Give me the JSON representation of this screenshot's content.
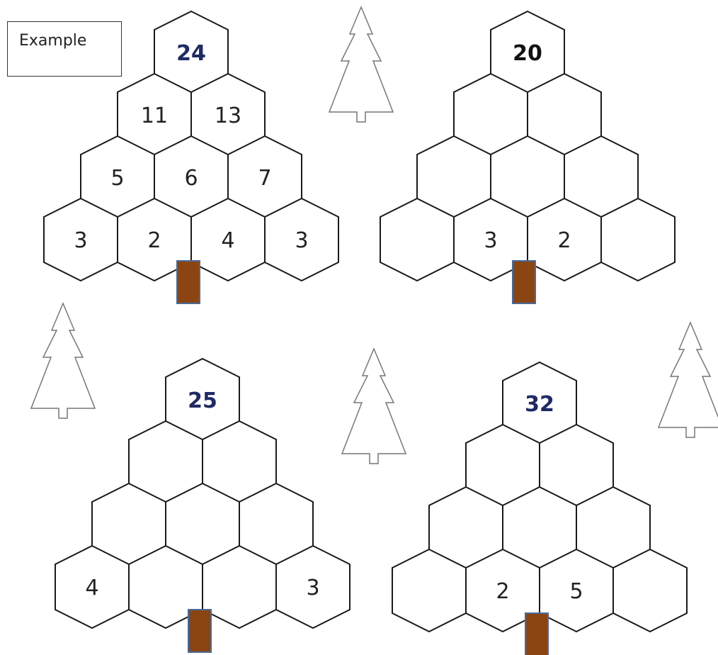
{
  "example_label": "Example",
  "colors": {
    "outline": "#1a1a1a",
    "top_number_blue": "#1f2a66",
    "top_number_black": "#111111",
    "cell_number": "#222222",
    "trunk": "#8b4513",
    "trunk_border": "#4a6a9a",
    "decor_tree": "#777777"
  },
  "puzzles": [
    {
      "id": "example",
      "top": "24",
      "top_color": "blue",
      "rows": [
        [
          "11",
          "13"
        ],
        [
          "5",
          "6",
          "7"
        ],
        [
          "3",
          "2",
          "4",
          "3"
        ]
      ]
    },
    {
      "id": "puzzle-1",
      "top": "20",
      "top_color": "black",
      "rows": [
        [
          "",
          ""
        ],
        [
          "",
          "",
          ""
        ],
        [
          "",
          "3",
          "2",
          ""
        ]
      ]
    },
    {
      "id": "puzzle-2",
      "top": "25",
      "top_color": "blue",
      "rows": [
        [
          "",
          ""
        ],
        [
          "",
          "",
          ""
        ],
        [
          "4",
          "",
          "",
          "3"
        ]
      ]
    },
    {
      "id": "puzzle-3",
      "top": "32",
      "top_color": "blue",
      "rows": [
        [
          "",
          ""
        ],
        [
          "",
          "",
          ""
        ],
        [
          "",
          "2",
          "5",
          ""
        ]
      ]
    }
  ],
  "decorative_trees": 4
}
